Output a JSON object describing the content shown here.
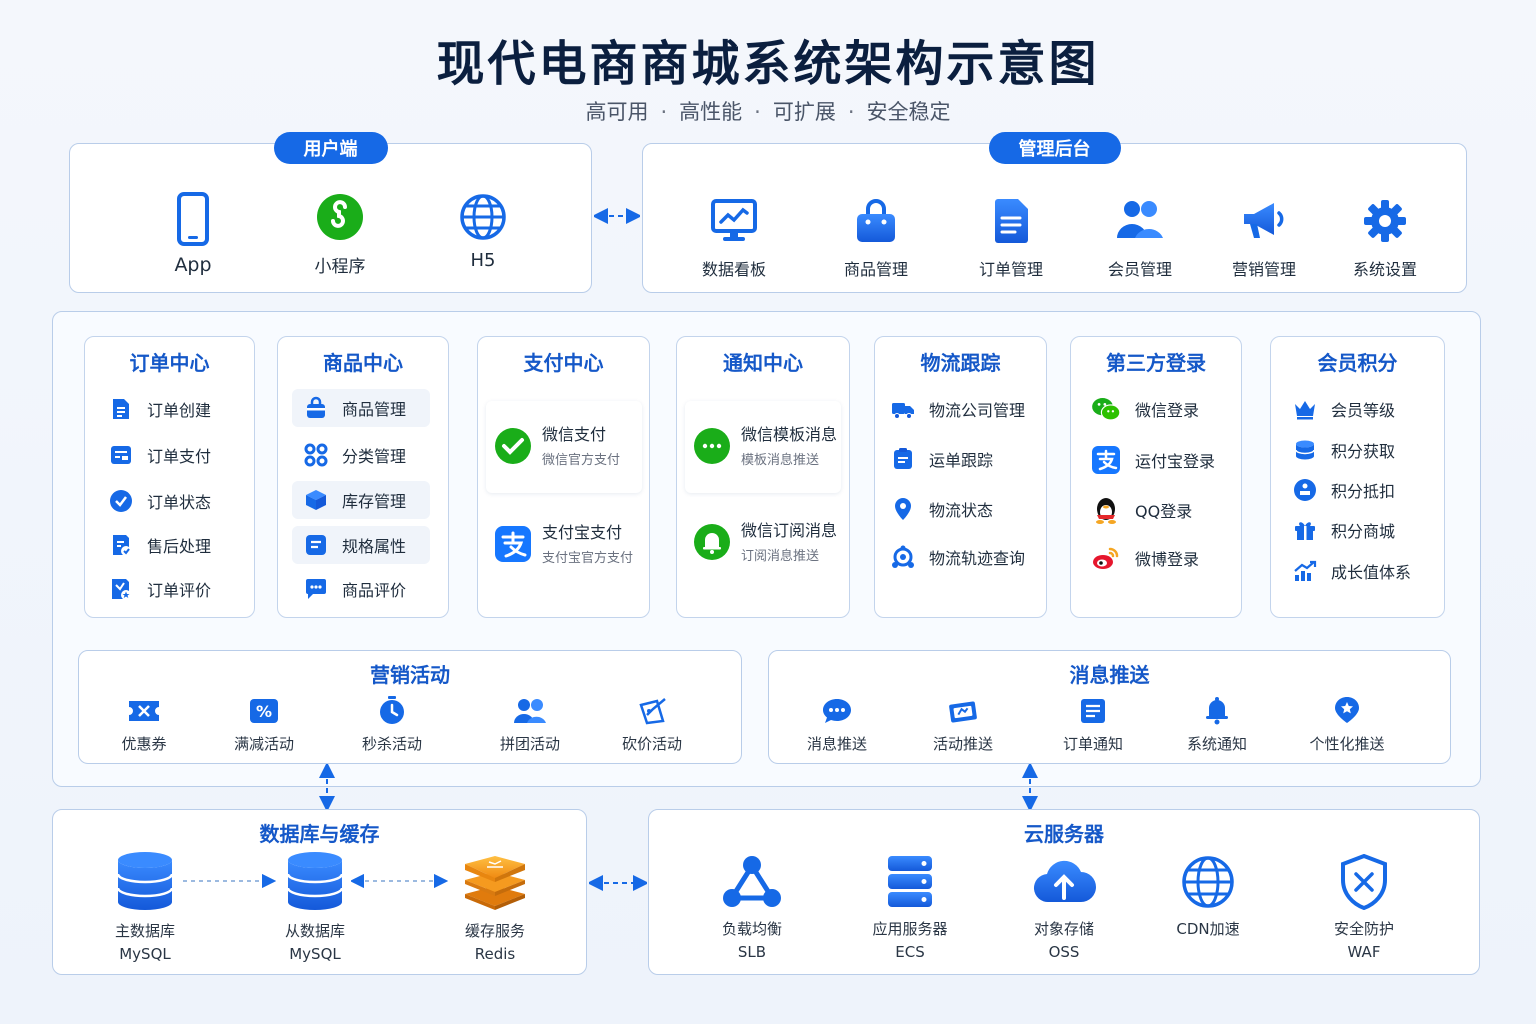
{
  "title": "现代电商商城系统架构示意图",
  "subtitle": [
    "高可用",
    "高性能",
    "可扩展",
    "安全稳定"
  ],
  "subtitle_separator": "·",
  "colors": {
    "primary": "#1669e6",
    "title": "#0b1f3f",
    "wechat": "#1aad19",
    "alipay": "#1677ff",
    "redis": "#f5a623"
  },
  "user_side": {
    "label": "用户端",
    "items": [
      {
        "label": "App",
        "icon": "smartphone-icon"
      },
      {
        "label": "小程序",
        "icon": "mini-program-icon"
      },
      {
        "label": "H5",
        "icon": "globe-icon"
      }
    ]
  },
  "admin": {
    "label": "管理后台",
    "items": [
      {
        "label": "数据看板",
        "icon": "dashboard-monitor-icon"
      },
      {
        "label": "商品管理",
        "icon": "shopping-bag-icon"
      },
      {
        "label": "订单管理",
        "icon": "document-icon"
      },
      {
        "label": "会员管理",
        "icon": "users-icon"
      },
      {
        "label": "营销管理",
        "icon": "megaphone-icon"
      },
      {
        "label": "系统设置",
        "icon": "gear-icon"
      }
    ]
  },
  "services": [
    {
      "title": "订单中心",
      "items": [
        "订单创建",
        "订单支付",
        "订单状态",
        "售后处理",
        "订单评价"
      ]
    },
    {
      "title": "商品中心",
      "items": [
        "商品管理",
        "分类管理",
        "库存管理",
        "规格属性",
        "商品评价"
      ]
    },
    {
      "title": "支付中心",
      "boxes": [
        {
          "title": "微信支付",
          "sub": "微信官方支付",
          "icon": "wechat-pay-icon"
        },
        {
          "title": "支付宝支付",
          "sub": "支付宝官方支付",
          "icon": "alipay-icon"
        }
      ]
    },
    {
      "title": "通知中心",
      "boxes": [
        {
          "title": "微信模板消息",
          "sub": "模板消息推送",
          "icon": "wechat-message-icon"
        },
        {
          "title": "微信订阅消息",
          "sub": "订阅消息推送",
          "icon": "subscribe-bell-icon"
        }
      ]
    },
    {
      "title": "物流跟踪",
      "items": [
        "物流公司管理",
        "运单跟踪",
        "物流状态",
        "物流轨迹查询"
      ]
    },
    {
      "title": "第三方登录",
      "items": [
        "微信登录",
        "运付宝登录",
        "QQ登录",
        "微博登录"
      ]
    },
    {
      "title": "会员积分",
      "items": [
        "会员等级",
        "积分获取",
        "积分抵扣",
        "积分商城",
        "成长值体系"
      ]
    }
  ],
  "marketing": {
    "title": "营销活动",
    "items": [
      {
        "label": "优惠券",
        "icon": "coupon-icon"
      },
      {
        "label": "满减活动",
        "icon": "percent-tag-icon"
      },
      {
        "label": "秒杀活动",
        "icon": "stopwatch-icon"
      },
      {
        "label": "拼团活动",
        "icon": "group-icon"
      },
      {
        "label": "砍价活动",
        "icon": "bargain-icon"
      }
    ]
  },
  "push": {
    "title": "消息推送",
    "items": [
      {
        "label": "消息推送",
        "icon": "chat-bubble-icon"
      },
      {
        "label": "活动推送",
        "icon": "campaign-card-icon"
      },
      {
        "label": "订单通知",
        "icon": "order-note-icon"
      },
      {
        "label": "系统通知",
        "icon": "bell-icon"
      },
      {
        "label": "个性化推送",
        "icon": "star-location-icon"
      }
    ]
  },
  "database": {
    "title": "数据库与缓存",
    "items": [
      {
        "name": "主数据库",
        "tech": "MySQL",
        "icon": "database-icon"
      },
      {
        "name": "从数据库",
        "tech": "MySQL",
        "icon": "database-icon"
      },
      {
        "name": "缓存服务",
        "tech": "Redis",
        "icon": "redis-stack-icon"
      }
    ]
  },
  "cloud": {
    "title": "云服务器",
    "items": [
      {
        "name": "负载均衡",
        "tech": "SLB",
        "icon": "load-balancer-icon"
      },
      {
        "name": "应用服务器",
        "tech": "ECS",
        "icon": "server-icon"
      },
      {
        "name": "对象存储",
        "tech": "OSS",
        "icon": "cloud-upload-icon"
      },
      {
        "name": "CDN加速",
        "tech": "",
        "icon": "globe-icon"
      },
      {
        "name": "安全防护",
        "tech": "WAF",
        "icon": "shield-icon"
      }
    ]
  }
}
